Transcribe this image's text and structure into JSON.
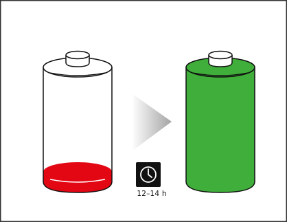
{
  "diagram": {
    "charge_time": "12–14 h",
    "before_battery": {
      "state": "low",
      "charge_level": 0.1,
      "fill_color": "#e30613"
    },
    "after_battery": {
      "state": "full",
      "charge_level": 1.0,
      "fill_color": "#3fae3a"
    },
    "arrow_icon": "right-arrow-gradient",
    "time_icon": "clock-icon"
  },
  "colors": {
    "outline": "#111111",
    "frame_border": "#333333",
    "low_charge": "#e30613",
    "full_charge": "#3fae3a",
    "arrow_dark": "#a3a3a3",
    "arrow_light": "#ffffff"
  }
}
